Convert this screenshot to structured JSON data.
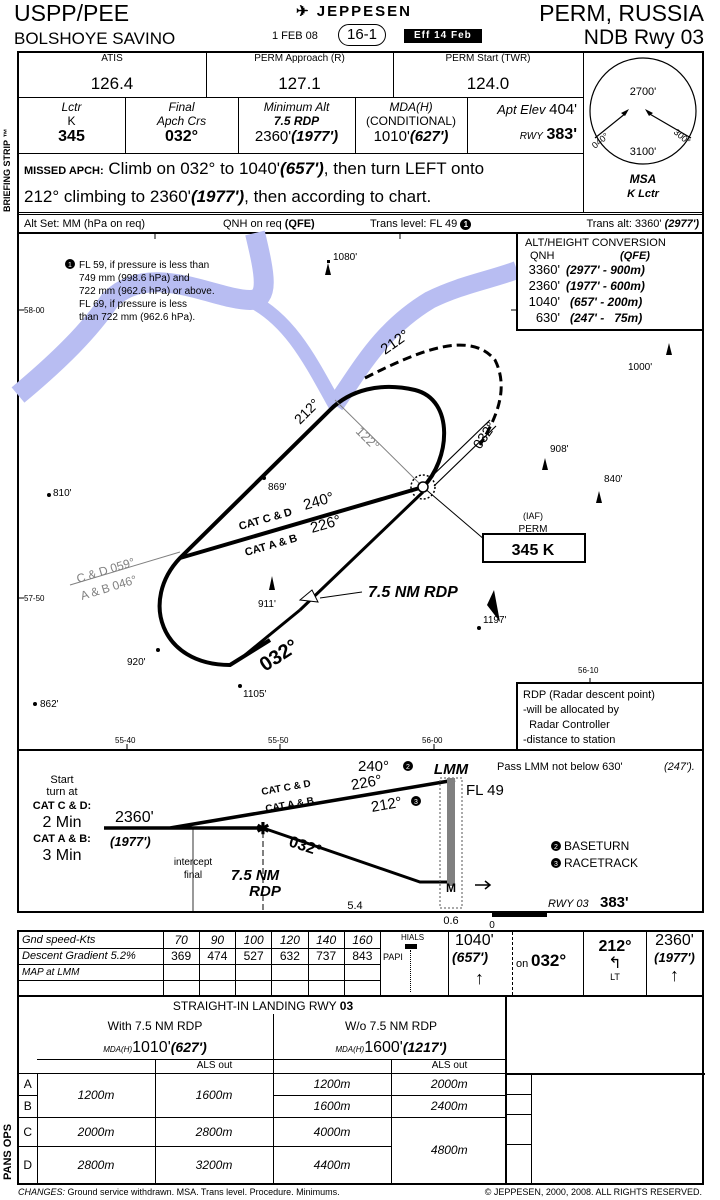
{
  "header": {
    "icao": "USPP/PEE",
    "airport": "BOLSHOYE SAVINO",
    "brand": "JEPPESEN",
    "date": "1 FEB 08",
    "chart_no": "16-1",
    "effective": "Eff 14 Feb",
    "city": "PERM, RUSSIA",
    "procedure": "NDB Rwy 03",
    "strip_label": "BRIEFING STRIP ™"
  },
  "frequencies": [
    {
      "label": "ATIS",
      "value": "126.4"
    },
    {
      "label": "PERM Approach (R)",
      "value": "127.1"
    },
    {
      "label": "PERM Start (TWR)",
      "value": "124.0"
    }
  ],
  "briefing": {
    "lctr_label": "Lctr",
    "lctr_ident": "K",
    "lctr_freq": "345",
    "crs_label1": "Final",
    "crs_label2": "Apch Crs",
    "crs_value": "032°",
    "min_alt_label": "Minimum Alt",
    "min_alt_fix": "7.5 RDP",
    "min_alt_value": "2360'",
    "min_alt_height": "(1977')",
    "mda_label": "MDA(H)",
    "mda_cond": "(CONDITIONAL)",
    "mda_value": "1010'",
    "mda_height": "(627')",
    "apt_elev_label": "Apt Elev",
    "apt_elev": "404'",
    "rwy_label": "RWY",
    "rwy_elev": "383'"
  },
  "msa": {
    "north": "2700'",
    "south": "3100'",
    "brg1": "040°",
    "brg2": "300°",
    "label": "MSA",
    "sub": "K Lctr"
  },
  "missed": {
    "label": "MISSED APCH:",
    "text1": "Climb on 032° to 1040'",
    "h1": "(657')",
    "text2": ", then turn LEFT onto",
    "text3": "212° climbing to 2360'",
    "h2": "(1977')",
    "text4": ", then according to chart."
  },
  "altset": {
    "alt_set": "Alt Set: MM (hPa on req)",
    "qnh": "QNH on req",
    "qfe": "(QFE)",
    "trans_level": "Trans level: FL 49",
    "note_no": "1",
    "trans_alt": "Trans alt: 3360'",
    "trans_alt_h": "(2977')"
  },
  "plan": {
    "note_no": "1",
    "note": [
      "FL 59, if pressure is less than",
      "749 mm (998.6 hPa) and",
      "722 mm (962.6 hPa) or above.",
      "FL 69, if pressure is less",
      "than 722 mm (962.6 hPa)."
    ],
    "conversion": {
      "title": "ALT/HEIGHT CONVERSION",
      "qnh": "QNH",
      "qfe": "(QFE)",
      "rows": [
        [
          "3360'",
          "(2977' - 900m)"
        ],
        [
          "2360'",
          "(1977' - 600m)"
        ],
        [
          "1040'",
          "(657' - 200m)"
        ],
        [
          "630'",
          "(247' -   75m)"
        ]
      ]
    },
    "spot_heights": [
      "1080'",
      "1000'",
      "908'",
      "840'",
      "810'",
      "869'",
      "911'",
      "1197'",
      "920'",
      "1105'",
      "862'"
    ],
    "lat": [
      "58-00",
      "57-50"
    ],
    "lon": [
      "55-40",
      "55-50",
      "56-00",
      "56-10"
    ],
    "iaf": {
      "tag": "(IAF)",
      "name": "PERM",
      "freq": "345 K"
    },
    "rdp": "7.5 NM RDP",
    "final_crs": "032°",
    "outbound_cd": "240°",
    "outbound_ab": "226°",
    "cat_cd": "CAT C & D",
    "cat_ab": "CAT A & B",
    "racetrack_in": "212°",
    "racetrack_out": "212°",
    "missed_crs": "032°",
    "radial": "122°",
    "entry_cd": "C & D  059°",
    "entry_ab": "A & B  046°",
    "rdp_note": [
      "RDP (Radar descent point)",
      "-will be allocated by",
      "  Radar Controller",
      "-distance to station"
    ]
  },
  "profile": {
    "start": "Start",
    "turn_at": "turn at",
    "cat_cd": "CAT C & D:",
    "cd_time": "2 Min",
    "cat_ab": "CAT A & B:",
    "ab_time": "3 Min",
    "alt": "2360'",
    "alt_h": "(1977')",
    "intercept": "intercept",
    "final": "final",
    "rdp1": "7.5 NM",
    "rdp2": "RDP",
    "crs": "032°",
    "out_cd": "240°",
    "out_ab": "226°",
    "rt": "212°",
    "label_cd": "CAT C & D",
    "label_ab": "CAT A & B",
    "n2": "2",
    "n3": "3",
    "lmm": "LMM",
    "fl": "FL 49",
    "m": "M",
    "pass": "Pass LMM not below 630'",
    "pass_h": "(247').",
    "baseturn": "BASETURN",
    "racetrack": "RACETRACK",
    "dist1": "5.4",
    "dist2": "0.6",
    "zero": "0",
    "rwy": "RWY 03",
    "rwy_elev": "383'"
  },
  "minima": {
    "gs_label": "Gnd speed-Kts",
    "speeds": [
      "70",
      "90",
      "100",
      "120",
      "140",
      "160"
    ],
    "dg_label": "Descent Gradient 5.2%",
    "rates": [
      "369",
      "474",
      "527",
      "632",
      "737",
      "843"
    ],
    "map_label": "MAP at LMM",
    "hials": "HIALS",
    "papi": "PAPI",
    "ma_alt": "1040'",
    "ma_h": "(657')",
    "on": "on",
    "ma_crs": "032°",
    "turn": "212°",
    "lt": "LT",
    "final_alt": "2360'",
    "final_h": "(1977')"
  },
  "landing": {
    "title": "STRAIGHT-IN LANDING RWY",
    "rwy": "03",
    "with": "With 7.5 NM RDP",
    "without": "W/o 7.5 NM RDP",
    "mda_label": "MDA(H)",
    "mda1": "1010'",
    "mda1_h": "(627')",
    "mda2": "1600'",
    "mda2_h": "(1217')",
    "als_out": "ALS out",
    "cats": [
      "A",
      "B",
      "C",
      "D"
    ],
    "with_ab": "1200m",
    "with_ab_als": "1600m",
    "with_c": "2000m",
    "with_c_als": "2800m",
    "with_d": "2800m",
    "with_d_als": "3200m",
    "wo_a": "1200m",
    "wo_a_als": "2000m",
    "wo_b": "1600m",
    "wo_b_als": "2400m",
    "wo_c": "4000m",
    "wo_d": "4400m",
    "wo_cd_als": "4800m",
    "pans": "PANS OPS"
  },
  "footer": {
    "changes_label": "CHANGES:",
    "changes": "Ground service withdrawn. MSA. Trans level. Procedure. Minimums.",
    "copyright": "© JEPPESEN, 2000, 2008. ALL RIGHTS RESERVED."
  },
  "colors": {
    "water": "#b8bdf2",
    "ink": "#000000",
    "grey": "#808080"
  }
}
